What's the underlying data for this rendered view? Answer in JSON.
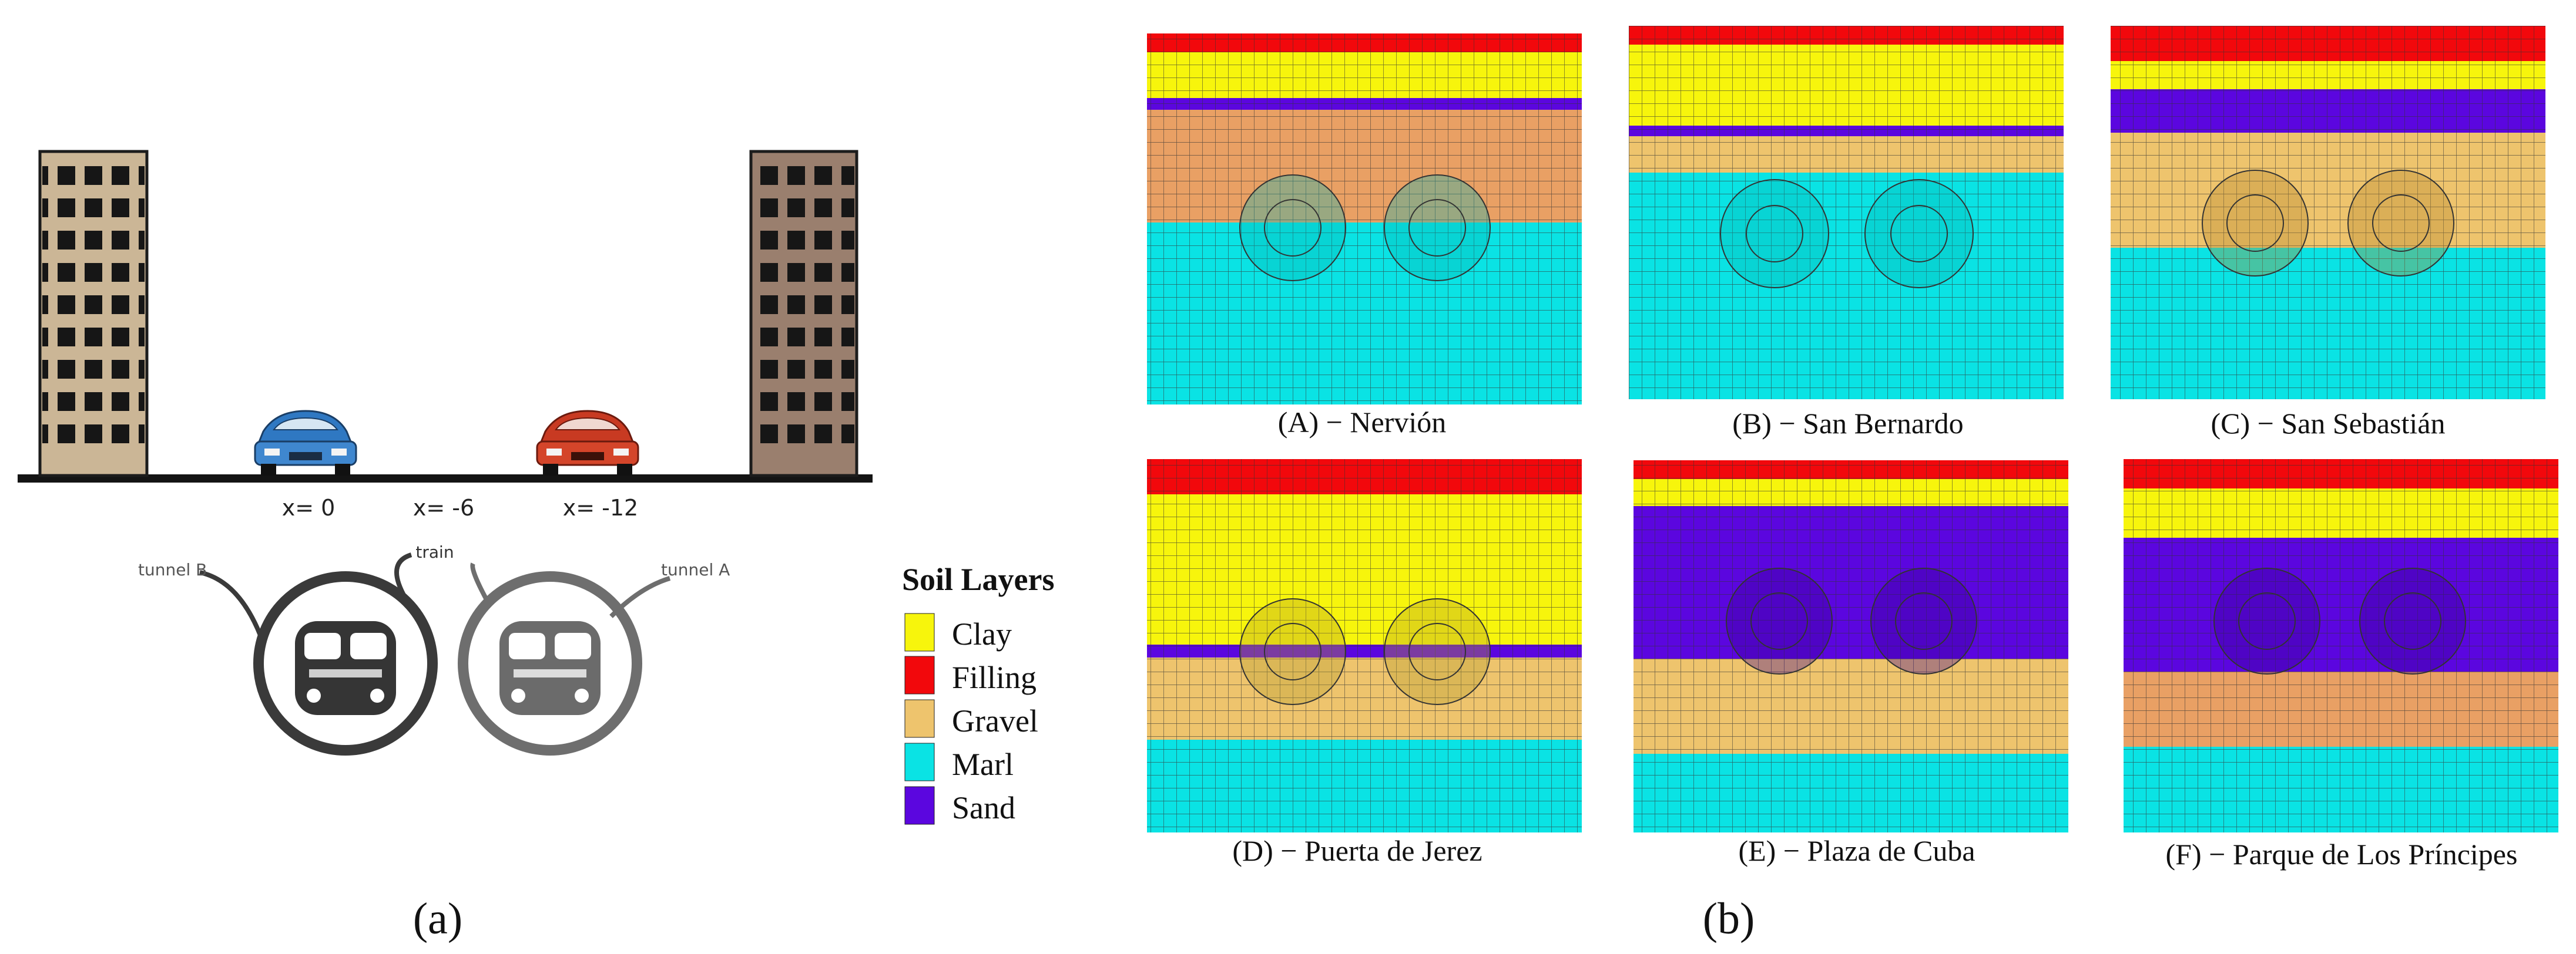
{
  "panel_a": {
    "label": "(a)",
    "positions": [
      "x= 0",
      "x= -6",
      "x= -12"
    ],
    "tunnel_b_label": "tunnel B",
    "tunnel_a_label": "tunnel A",
    "train_label": "train"
  },
  "panel_b": {
    "label": "(b)",
    "legend": {
      "title": "Soil Layers",
      "items": [
        {
          "name": "Clay",
          "color": "#f7f50c"
        },
        {
          "name": "Filling",
          "color": "#f2080c"
        },
        {
          "name": "Gravel",
          "color": "#eec46d"
        },
        {
          "name": "Marl",
          "color": "#0ae3e4"
        },
        {
          "name": "Sand",
          "color": "#5b06df"
        }
      ]
    },
    "sections": [
      {
        "caption": "(A) − Nervión"
      },
      {
        "caption": "(B) − San Bernardo"
      },
      {
        "caption": "(C) − San Sebastián"
      },
      {
        "caption": "(D) − Puerta de Jerez"
      },
      {
        "caption": "(E) − Plaza de Cuba"
      },
      {
        "caption": "(F) − Parque de Los Príncipes"
      }
    ]
  },
  "colors": {
    "clay": "#f7f50c",
    "filling": "#f2080c",
    "gravel": "#eec46d",
    "gravel_dark": "#e9a064",
    "marl": "#0ae3e4",
    "sand": "#5b06df"
  }
}
